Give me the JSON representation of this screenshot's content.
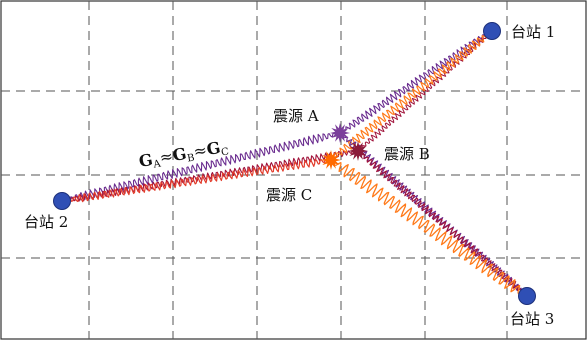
{
  "diagram": {
    "stations": [
      {
        "id": "s1",
        "label": "台站 1"
      },
      {
        "id": "s2",
        "label": "台站 2"
      },
      {
        "id": "s3",
        "label": "台站 3"
      }
    ],
    "sources": [
      {
        "id": "A",
        "label": "震源 A",
        "color": "#7b3f9b"
      },
      {
        "id": "B",
        "label": "震源 B",
        "color": "#8b1a3a"
      },
      {
        "id": "C",
        "label": "震源 C",
        "color": "#ff6a00"
      }
    ],
    "relation": {
      "G": "G",
      "sub_a": "A",
      "sub_b": "B",
      "sub_c": "C",
      "approx": "≈"
    },
    "colors": {
      "station": "#2f4fb5",
      "wave_red": "#e23b2a",
      "wave_orange": "#ff7a1a",
      "wave_purple": "#6a2c8f",
      "wave_crimson": "#a0123a",
      "grid": "#555555"
    }
  }
}
